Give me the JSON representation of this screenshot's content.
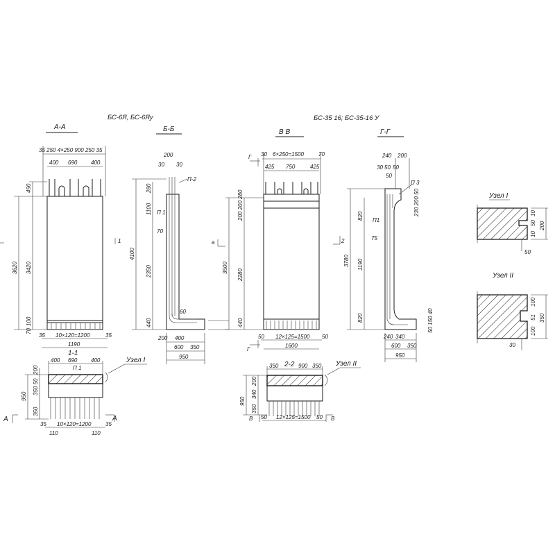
{
  "titles": {
    "left": "БС-6Я, БС-6Яу",
    "right": "БС-35 16; БС-35-16 У"
  },
  "sections": {
    "aa": "А-А",
    "bb": "Б-Б",
    "vv": "В В",
    "gg": "Г-Г",
    "s11": "1-1",
    "s22": "2-2"
  },
  "view_aa": {
    "top_row1": "35 250 4×250 900 250 35",
    "top_row2": [
      "400",
      "690",
      "400"
    ],
    "left": [
      "3620",
      "3420",
      "490",
      "100",
      "70"
    ],
    "bottom_row1": "10×120=1200",
    "bottom_side": [
      "35",
      "35"
    ],
    "bottom_total": "1190",
    "marker": "1"
  },
  "view_bb": {
    "top": [
      "200",
      "30",
      "30"
    ],
    "rebar": "П-2",
    "left": [
      "4100",
      "280",
      "1100",
      "2350",
      "440"
    ],
    "notes": [
      "П 1",
      "70",
      "60"
    ],
    "bottom": [
      "200",
      "400",
      "600",
      "350",
      "950"
    ]
  },
  "view_vv": {
    "top_row1": [
      "30",
      "6×250=1500",
      "70"
    ],
    "top_row2": [
      "425",
      "750",
      "425"
    ],
    "left": [
      "3500",
      "200 200 280",
      "2280",
      "440"
    ],
    "bottom_row1": [
      "50",
      "12×125=1500",
      "50"
    ],
    "bottom_total": "1600",
    "markers": [
      "а",
      "Г",
      "Г"
    ]
  },
  "view_gg": {
    "top": [
      "240",
      "200",
      "30",
      "50",
      "50",
      "50"
    ],
    "rebar": "П 3",
    "left": [
      "3780",
      "820",
      "1190",
      "820"
    ],
    "notes": [
      "П1",
      "75",
      "230 200 50",
      "50 150 40"
    ],
    "bottom": [
      "240",
      "340",
      "600",
      "350",
      "950"
    ],
    "marker": "2"
  },
  "section_11": {
    "top": [
      "400",
      "690",
      "400"
    ],
    "rebar": "П 1",
    "left": [
      "950",
      "200",
      "350 50",
      "350"
    ],
    "bottom_row1": [
      "35",
      "10×120=1200",
      "35"
    ],
    "bottom_row2": [
      "110",
      "110"
    ],
    "markers": [
      "А",
      "А"
    ],
    "node_label": "Узел I"
  },
  "section_22": {
    "top": [
      "350",
      "900",
      "350"
    ],
    "left": [
      "950",
      "200",
      "340",
      "350"
    ],
    "bottom": [
      "50",
      "12×125=1500",
      "50"
    ],
    "markers": [
      "В",
      "В"
    ],
    "node_label": "Узел II"
  },
  "node1": {
    "title": "Узел I",
    "dims": [
      "10",
      "50",
      "10",
      "200",
      "50"
    ]
  },
  "node2": {
    "title": "Узел II",
    "dims": [
      "100",
      "51",
      "100",
      "350",
      "30"
    ]
  }
}
